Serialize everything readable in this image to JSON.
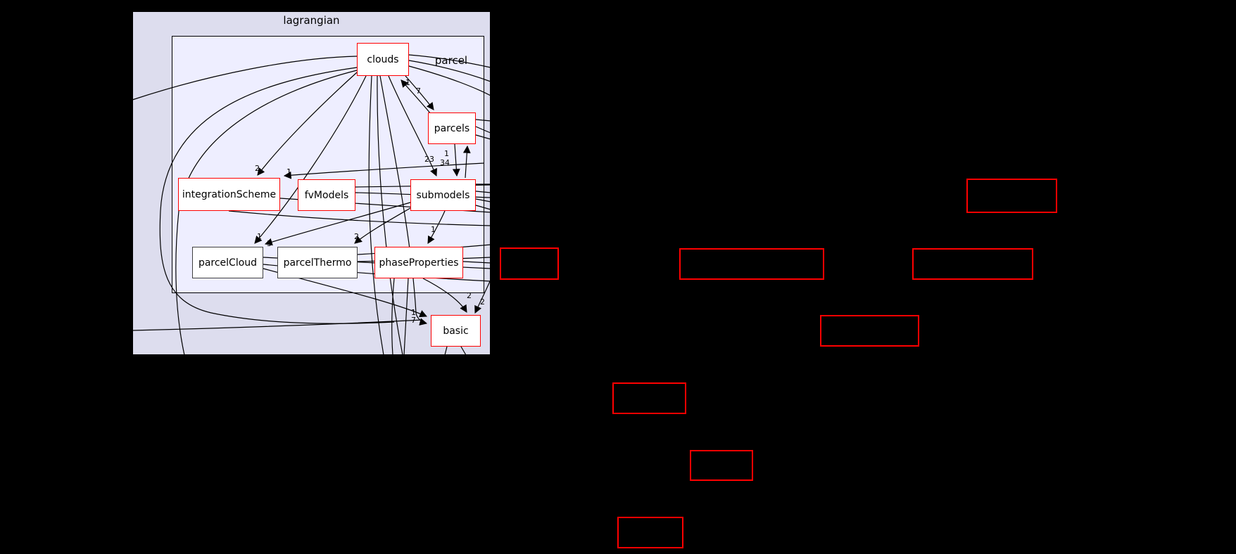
{
  "diagram": {
    "type": "directory-dependency-graph",
    "outer_cluster": {
      "label": "lagrangian",
      "fill": "#ddddee"
    },
    "inner_cluster": {
      "label": "parcel",
      "fill": "#eeeeff"
    },
    "colors": {
      "background": "#000000",
      "node_fill": "#ffffff",
      "linked_node_border": "#ff0000",
      "plain_node_border": "#404040",
      "edge": "#000000"
    },
    "nodes": [
      {
        "id": "clouds",
        "label": "clouds",
        "border": "red"
      },
      {
        "id": "parcels",
        "label": "parcels",
        "border": "red"
      },
      {
        "id": "integrationScheme",
        "label": "integrationScheme",
        "border": "red"
      },
      {
        "id": "fvModels",
        "label": "fvModels",
        "border": "red"
      },
      {
        "id": "submodels",
        "label": "submodels",
        "border": "red"
      },
      {
        "id": "parcelCloud",
        "label": "parcelCloud",
        "border": "plain"
      },
      {
        "id": "parcelThermo",
        "label": "parcelThermo",
        "border": "plain"
      },
      {
        "id": "phaseProperties",
        "label": "phaseProperties",
        "border": "red"
      },
      {
        "id": "basic",
        "label": "basic",
        "border": "red"
      }
    ],
    "external_nodes_count": 8,
    "edge_labels": [
      {
        "text": "1"
      },
      {
        "text": "7"
      },
      {
        "text": "23"
      },
      {
        "text": "1"
      },
      {
        "text": "34"
      },
      {
        "text": "2"
      },
      {
        "text": "1"
      },
      {
        "text": "1"
      },
      {
        "text": "3"
      },
      {
        "text": "2"
      },
      {
        "text": "1"
      },
      {
        "text": "2"
      },
      {
        "text": "2"
      },
      {
        "text": "1"
      },
      {
        "text": "7"
      }
    ]
  }
}
